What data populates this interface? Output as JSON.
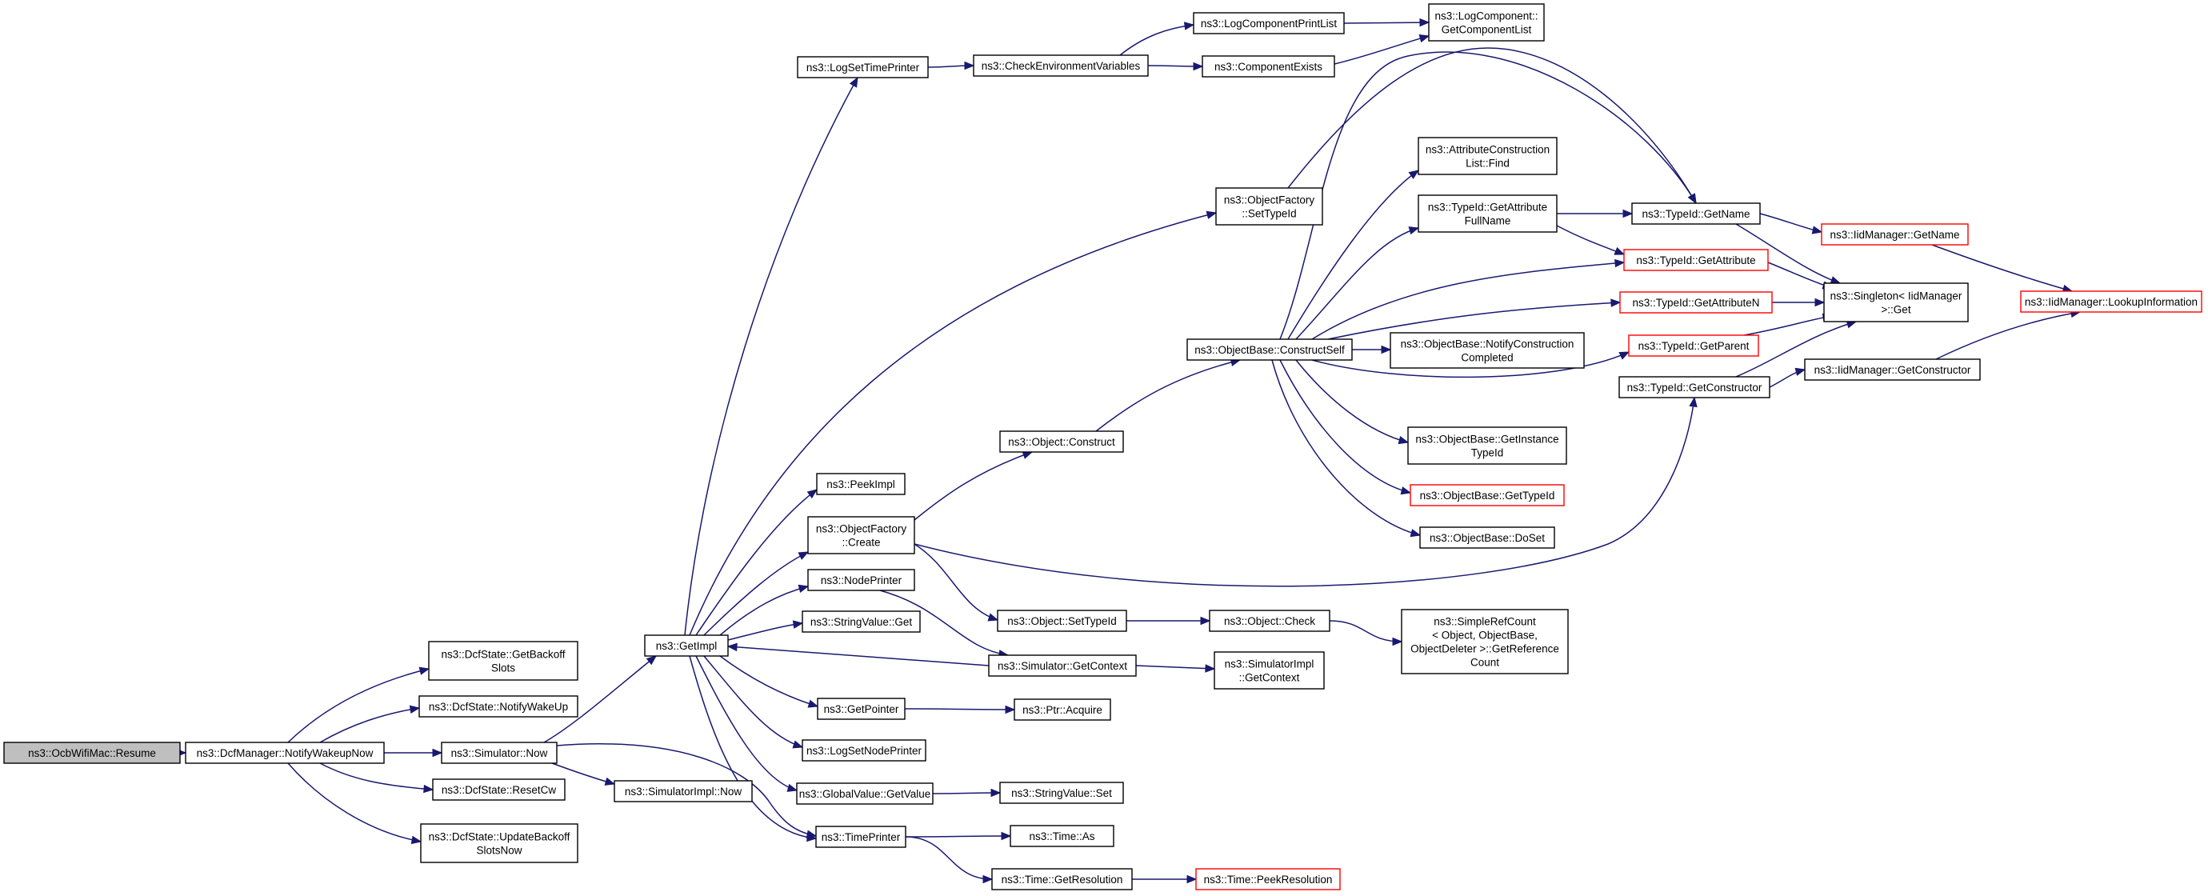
{
  "colors": {
    "edge": "#191970",
    "node_border": "#000000",
    "incomplete_border": "#ff0000",
    "root_fill": "#bfbfbf"
  },
  "nodes": [
    {
      "id": "resume",
      "lines": [
        "ns3::OcbWifiMac::Resume"
      ],
      "root": true
    },
    {
      "id": "notifyWakeupNow",
      "lines": [
        "ns3::DcfManager::NotifyWakeupNow"
      ]
    },
    {
      "id": "getBackoffSlots",
      "lines": [
        "ns3::DcfState::GetBackoff",
        "Slots"
      ]
    },
    {
      "id": "notifyWakeUp",
      "lines": [
        "ns3::DcfState::NotifyWakeUp"
      ]
    },
    {
      "id": "simNow",
      "lines": [
        "ns3::Simulator::Now"
      ]
    },
    {
      "id": "resetCw",
      "lines": [
        "ns3::DcfState::ResetCw"
      ]
    },
    {
      "id": "updateBackoff",
      "lines": [
        "ns3::DcfState::UpdateBackoff",
        "SlotsNow"
      ]
    },
    {
      "id": "simImplNow",
      "lines": [
        "ns3::SimulatorImpl::Now"
      ]
    },
    {
      "id": "getImpl",
      "lines": [
        "ns3::GetImpl"
      ]
    },
    {
      "id": "logSetTimePrinter",
      "lines": [
        "ns3::LogSetTimePrinter"
      ]
    },
    {
      "id": "peekImpl",
      "lines": [
        "ns3::PeekImpl"
      ]
    },
    {
      "id": "objFactoryCreate",
      "lines": [
        "ns3::ObjectFactory",
        "::Create"
      ]
    },
    {
      "id": "nodePrinter",
      "lines": [
        "ns3::NodePrinter"
      ]
    },
    {
      "id": "stringValueGet",
      "lines": [
        "ns3::StringValue::Get"
      ]
    },
    {
      "id": "getPointer",
      "lines": [
        "ns3::GetPointer"
      ]
    },
    {
      "id": "logSetNodePrinter",
      "lines": [
        "ns3::LogSetNodePrinter"
      ]
    },
    {
      "id": "globalValueGetValue",
      "lines": [
        "ns3::GlobalValue::GetValue"
      ]
    },
    {
      "id": "timePrinter",
      "lines": [
        "ns3::TimePrinter"
      ]
    },
    {
      "id": "checkEnvVars",
      "lines": [
        "ns3::CheckEnvironmentVariables"
      ]
    },
    {
      "id": "logCompPrintList",
      "lines": [
        "ns3::LogComponentPrintList"
      ]
    },
    {
      "id": "componentExists",
      "lines": [
        "ns3::ComponentExists"
      ]
    },
    {
      "id": "logCompGetList",
      "lines": [
        "ns3::LogComponent::",
        "GetComponentList"
      ]
    },
    {
      "id": "objFactorySetTypeId",
      "lines": [
        "ns3::ObjectFactory",
        "::SetTypeId"
      ]
    },
    {
      "id": "objectConstruct",
      "lines": [
        "ns3::Object::Construct"
      ]
    },
    {
      "id": "objectSetTypeId",
      "lines": [
        "ns3::Object::SetTypeId"
      ]
    },
    {
      "id": "simGetContext",
      "lines": [
        "ns3::Simulator::GetContext"
      ]
    },
    {
      "id": "ptrAcquire",
      "lines": [
        "ns3::Ptr::Acquire"
      ]
    },
    {
      "id": "stringValueSet",
      "lines": [
        "ns3::StringValue::Set"
      ]
    },
    {
      "id": "timeAs",
      "lines": [
        "ns3::Time::As"
      ]
    },
    {
      "id": "timeGetResolution",
      "lines": [
        "ns3::Time::GetResolution"
      ]
    },
    {
      "id": "timePeekResolution",
      "lines": [
        "ns3::Time::PeekResolution"
      ],
      "red": true
    },
    {
      "id": "constructSelf",
      "lines": [
        "ns3::ObjectBase::ConstructSelf"
      ]
    },
    {
      "id": "objectCheck",
      "lines": [
        "ns3::Object::Check"
      ]
    },
    {
      "id": "simImplGetContext",
      "lines": [
        "ns3::SimulatorImpl",
        "::GetContext"
      ]
    },
    {
      "id": "simpleRefCount",
      "lines": [
        "ns3::SimpleRefCount",
        "< Object, ObjectBase,",
        "ObjectDeleter >::GetReference",
        "Count"
      ]
    },
    {
      "id": "attrConstrFind",
      "lines": [
        "ns3::AttributeConstruction",
        "List::Find"
      ]
    },
    {
      "id": "getAttrFullName",
      "lines": [
        "ns3::TypeId::GetAttribute",
        "FullName"
      ]
    },
    {
      "id": "notifyConstrCompleted",
      "lines": [
        "ns3::ObjectBase::NotifyConstruction",
        "Completed"
      ]
    },
    {
      "id": "getInstanceTypeId",
      "lines": [
        "ns3::ObjectBase::GetInstance",
        "TypeId"
      ]
    },
    {
      "id": "objectBaseGetTypeId",
      "lines": [
        "ns3::ObjectBase::GetTypeId"
      ],
      "red": true
    },
    {
      "id": "doSet",
      "lines": [
        "ns3::ObjectBase::DoSet"
      ]
    },
    {
      "id": "typeIdGetName",
      "lines": [
        "ns3::TypeId::GetName"
      ]
    },
    {
      "id": "typeIdGetAttribute",
      "lines": [
        "ns3::TypeId::GetAttribute"
      ],
      "red": true
    },
    {
      "id": "typeIdGetAttributeN",
      "lines": [
        "ns3::TypeId::GetAttributeN"
      ],
      "red": true
    },
    {
      "id": "typeIdGetParent",
      "lines": [
        "ns3::TypeId::GetParent"
      ],
      "red": true
    },
    {
      "id": "typeIdGetConstructor",
      "lines": [
        "ns3::TypeId::GetConstructor"
      ]
    },
    {
      "id": "iidGetName",
      "lines": [
        "ns3::IidManager::GetName"
      ],
      "red": true
    },
    {
      "id": "singletonGet",
      "lines": [
        "ns3::Singleton< IidManager",
        ">::Get"
      ]
    },
    {
      "id": "iidGetConstructor",
      "lines": [
        "ns3::IidManager::GetConstructor"
      ]
    },
    {
      "id": "iidLookupInfo",
      "lines": [
        "ns3::IidManager::LookupInformation"
      ],
      "red": true
    }
  ],
  "edges": [
    [
      "resume",
      "notifyWakeupNow"
    ],
    [
      "notifyWakeupNow",
      "getBackoffSlots"
    ],
    [
      "notifyWakeupNow",
      "notifyWakeUp"
    ],
    [
      "notifyWakeupNow",
      "simNow"
    ],
    [
      "notifyWakeupNow",
      "resetCw"
    ],
    [
      "notifyWakeupNow",
      "updateBackoff"
    ],
    [
      "simNow",
      "getImpl"
    ],
    [
      "simNow",
      "simImplNow"
    ],
    [
      "simNow",
      "timePrinter"
    ],
    [
      "getImpl",
      "logSetTimePrinter"
    ],
    [
      "getImpl",
      "objFactorySetTypeId"
    ],
    [
      "getImpl",
      "peekImpl"
    ],
    [
      "getImpl",
      "objFactoryCreate"
    ],
    [
      "getImpl",
      "nodePrinter"
    ],
    [
      "getImpl",
      "stringValueGet"
    ],
    [
      "getImpl",
      "getPointer"
    ],
    [
      "getImpl",
      "logSetNodePrinter"
    ],
    [
      "getImpl",
      "globalValueGetValue"
    ],
    [
      "getImpl",
      "timePrinter"
    ],
    [
      "logSetTimePrinter",
      "checkEnvVars"
    ],
    [
      "checkEnvVars",
      "logCompPrintList"
    ],
    [
      "checkEnvVars",
      "componentExists"
    ],
    [
      "logCompPrintList",
      "logCompGetList"
    ],
    [
      "componentExists",
      "logCompGetList"
    ],
    [
      "objFactorySetTypeId",
      "typeIdGetName"
    ],
    [
      "objFactoryCreate",
      "objectConstruct"
    ],
    [
      "objFactoryCreate",
      "objectSetTypeId"
    ],
    [
      "objFactoryCreate",
      "typeIdGetConstructor"
    ],
    [
      "objectConstruct",
      "constructSelf"
    ],
    [
      "nodePrinter",
      "simGetContext"
    ],
    [
      "simGetContext",
      "getImpl"
    ],
    [
      "simGetContext",
      "simImplGetContext"
    ],
    [
      "objectSetTypeId",
      "objectCheck"
    ],
    [
      "objectCheck",
      "simpleRefCount"
    ],
    [
      "getPointer",
      "ptrAcquire"
    ],
    [
      "globalValueGetValue",
      "stringValueSet"
    ],
    [
      "timePrinter",
      "timeAs"
    ],
    [
      "timePrinter",
      "timeGetResolution"
    ],
    [
      "timeGetResolution",
      "timePeekResolution"
    ],
    [
      "constructSelf",
      "attrConstrFind"
    ],
    [
      "constructSelf",
      "getAttrFullName"
    ],
    [
      "constructSelf",
      "typeIdGetName"
    ],
    [
      "constructSelf",
      "typeIdGetAttribute"
    ],
    [
      "constructSelf",
      "typeIdGetAttributeN"
    ],
    [
      "constructSelf",
      "notifyConstrCompleted"
    ],
    [
      "constructSelf",
      "typeIdGetParent"
    ],
    [
      "constructSelf",
      "getInstanceTypeId"
    ],
    [
      "constructSelf",
      "objectBaseGetTypeId"
    ],
    [
      "constructSelf",
      "doSet"
    ],
    [
      "getAttrFullName",
      "typeIdGetName"
    ],
    [
      "getAttrFullName",
      "typeIdGetAttribute"
    ],
    [
      "typeIdGetName",
      "iidGetName"
    ],
    [
      "typeIdGetName",
      "singletonGet"
    ],
    [
      "typeIdGetAttribute",
      "singletonGet"
    ],
    [
      "typeIdGetAttributeN",
      "singletonGet"
    ],
    [
      "typeIdGetParent",
      "singletonGet"
    ],
    [
      "typeIdGetConstructor",
      "singletonGet"
    ],
    [
      "typeIdGetConstructor",
      "iidGetConstructor"
    ],
    [
      "iidGetName",
      "iidLookupInfo"
    ],
    [
      "iidGetConstructor",
      "iidLookupInfo"
    ]
  ]
}
